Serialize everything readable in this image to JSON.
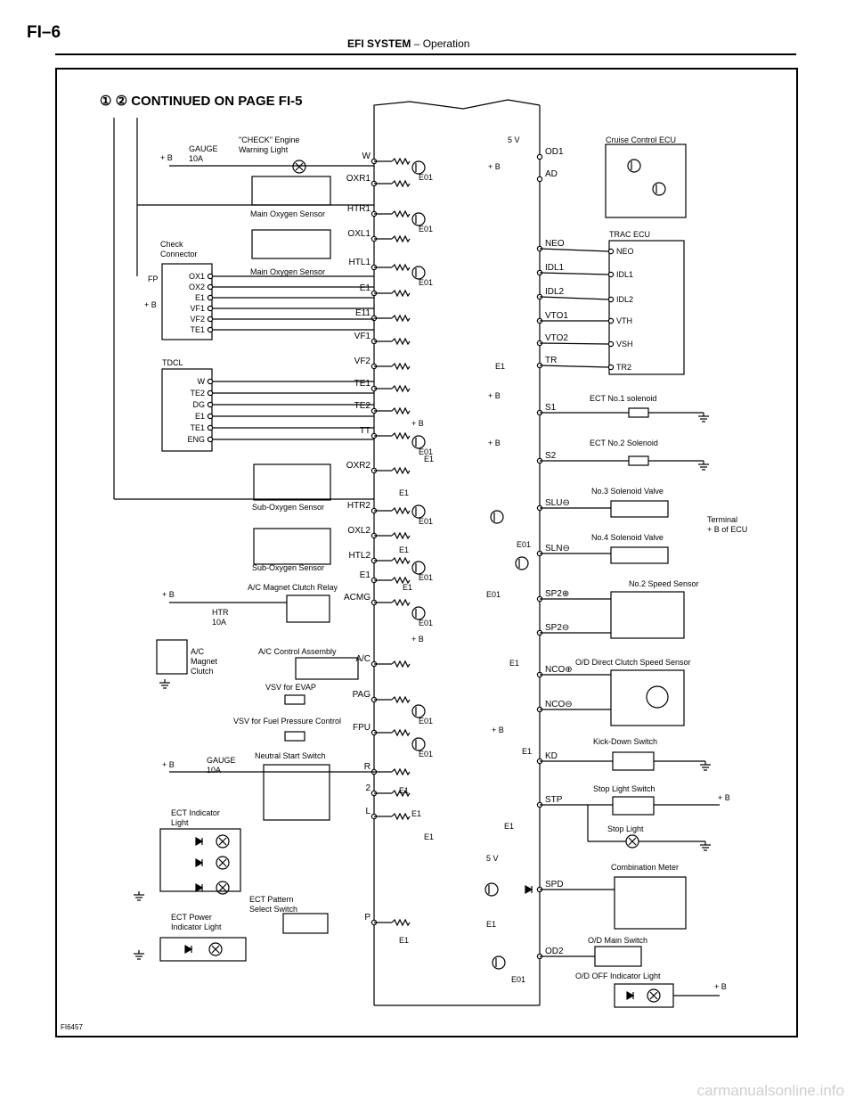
{
  "header": {
    "code": "FI–6",
    "section": "EFI SYSTEM",
    "dash": "–",
    "subsection": "Operation"
  },
  "diagram": {
    "continued": "① ② CONTINUED ON PAGE FI-5",
    "gauge_fuse": "GAUGE\n10A",
    "check_light": "\"CHECK\" Engine\nWarning Light",
    "main_oxygen_sensor": "Main Oxygen Sensor",
    "check_connector": "Check\nConnector",
    "check_connector_pins": [
      "OX1",
      "OX2",
      "E1",
      "VF1",
      "VF2",
      "TE1"
    ],
    "tdcl": "TDCL",
    "tdcl_pins": [
      "W",
      "TE2",
      "DG",
      "E1",
      "TE1",
      "ENG"
    ],
    "sub_oxygen_sensor": "Sub-Oxygen Sensor",
    "ac_magnet_clutch_relay": "A/C Magnet Clutch Relay",
    "htr_fuse": "HTR\n10A",
    "ac_magnet_clutch": "A/C\nMagnet\nClutch",
    "ac_control_assembly": "A/C Control Assembly",
    "vsv_evap": "VSV for EVAP",
    "vsv_fuel": "VSV for Fuel Pressure Control",
    "gauge_fuse2": "GAUGE\n10A",
    "neutral_start_switch": "Neutral Start Switch",
    "ect_indicator_light": "ECT Indicator\nLight",
    "ect_pattern_select": "ECT Pattern\nSelect Switch",
    "ect_power_indicator": "ECT Power\nIndicator Light",
    "ecu_left_pins": [
      "W",
      "OXR1",
      "HTR1",
      "OXL1",
      "HTL1",
      "E1",
      "E11",
      "VF1",
      "VF2",
      "TE1",
      "TE2",
      "TT",
      "OXR2",
      "HTR2",
      "OXL2",
      "HTL2",
      "E1",
      "ACMG",
      "A/C",
      "PAG",
      "FPU",
      "R",
      "2",
      "L",
      "P"
    ],
    "ecu_right_pins": [
      "OD1",
      "AD",
      "NEO",
      "IDL1",
      "IDL2",
      "VTO1",
      "VTO2",
      "TR",
      "S1",
      "S2",
      "SLU⊖",
      "SLN⊖",
      "SP2⊕",
      "SP2⊖",
      "NCO⊕",
      "NCO⊖",
      "KD",
      "STP",
      "SPD",
      "OD2"
    ],
    "cruise_control_ecu": "Cruise Control ECU",
    "trac_ecu": "TRAC ECU",
    "trac_pins": [
      "NEO",
      "IDL1",
      "IDL2",
      "VTH",
      "VSH",
      "TR2"
    ],
    "ect_no1": "ECT No.1 solenoid",
    "ect_no2": "ECT No.2 Solenoid",
    "no3_solenoid": "No.3 Solenoid Valve",
    "no4_solenoid": "No.4 Solenoid Valve",
    "terminal": "Terminal\n+ B of ECU",
    "no2_speed_sensor": "No.2 Speed Sensor",
    "od_direct_clutch": "O/D Direct Clutch Speed Sensor",
    "kick_down": "Kick-Down Switch",
    "stop_light_switch": "Stop Light Switch",
    "stop_light": "Stop Light",
    "combination_meter": "Combination Meter",
    "od_main_switch": "O/D Main Switch",
    "od_off_light": "O/D OFF Indicator Light",
    "plus_b": "+ B",
    "five_v": "5 V",
    "e01": "E01",
    "e1": "E1",
    "fp": "FP",
    "figure_id": "FI6457"
  },
  "footer": {
    "watermark": "carmanualsonline.info"
  }
}
